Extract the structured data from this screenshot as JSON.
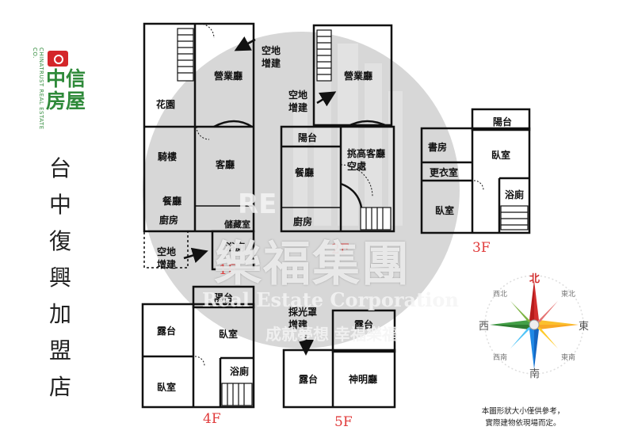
{
  "brand": {
    "logo_name": "中信房屋",
    "logo_latin": "CHINATRUST REAL ESTATE CO.",
    "branch": "台中復興加盟店"
  },
  "watermark": {
    "name": "樂福集團",
    "english": "Real Estate Corporation",
    "slogan": "成就夢想 幸福樂福",
    "logo_letters": "RE"
  },
  "floors": {
    "f1": {
      "label": "1F",
      "rooms": {
        "business_hall": "營業廳",
        "garden": "花園",
        "arcade": "騎樓",
        "living_room": "客廳",
        "dining_room": "餐廳",
        "kitchen": "廚房",
        "storage": "儲藏室",
        "bathroom": "浴廁"
      },
      "annotations": {
        "top_extension": "空地增建",
        "bottom_extension": "空地增建"
      }
    },
    "f2": {
      "label": "2F",
      "rooms": {
        "business_hall": "營業廳",
        "balcony": "陽台",
        "dining_room": "餐廳",
        "void": "挑高客廳空處",
        "kitchen": "廚房"
      },
      "annotations": {
        "extension": "空地增建"
      }
    },
    "f3": {
      "label": "3F",
      "rooms": {
        "balcony": "陽台",
        "study": "書房",
        "bedroom_1": "臥室",
        "closet": "更衣室",
        "bedroom_2": "臥室",
        "bathroom": "浴廁"
      }
    },
    "f4": {
      "label": "4F",
      "rooms": {
        "balcony": "陽台",
        "terrace": "露台",
        "bedroom_1": "臥室",
        "bedroom_2": "臥室",
        "bathroom": "浴廁"
      }
    },
    "f5": {
      "label": "5F",
      "rooms": {
        "skylight": "採光罩增建",
        "terrace_1": "露台",
        "terrace_2": "露台",
        "shrine_hall": "神明廳"
      }
    }
  },
  "compass": {
    "north": "北",
    "south": "南",
    "east": "東",
    "west": "西",
    "northeast": "東北",
    "northwest": "西北",
    "southeast": "東南",
    "southwest": "西南",
    "colors": {
      "north": "#d32f2f",
      "south": "#1e88e5",
      "east": "#fbc02d",
      "west": "#43a047"
    }
  },
  "disclaimer": {
    "line1": "本圖形狀大小僅供參考，",
    "line2": "實際建物依現場而定。"
  }
}
